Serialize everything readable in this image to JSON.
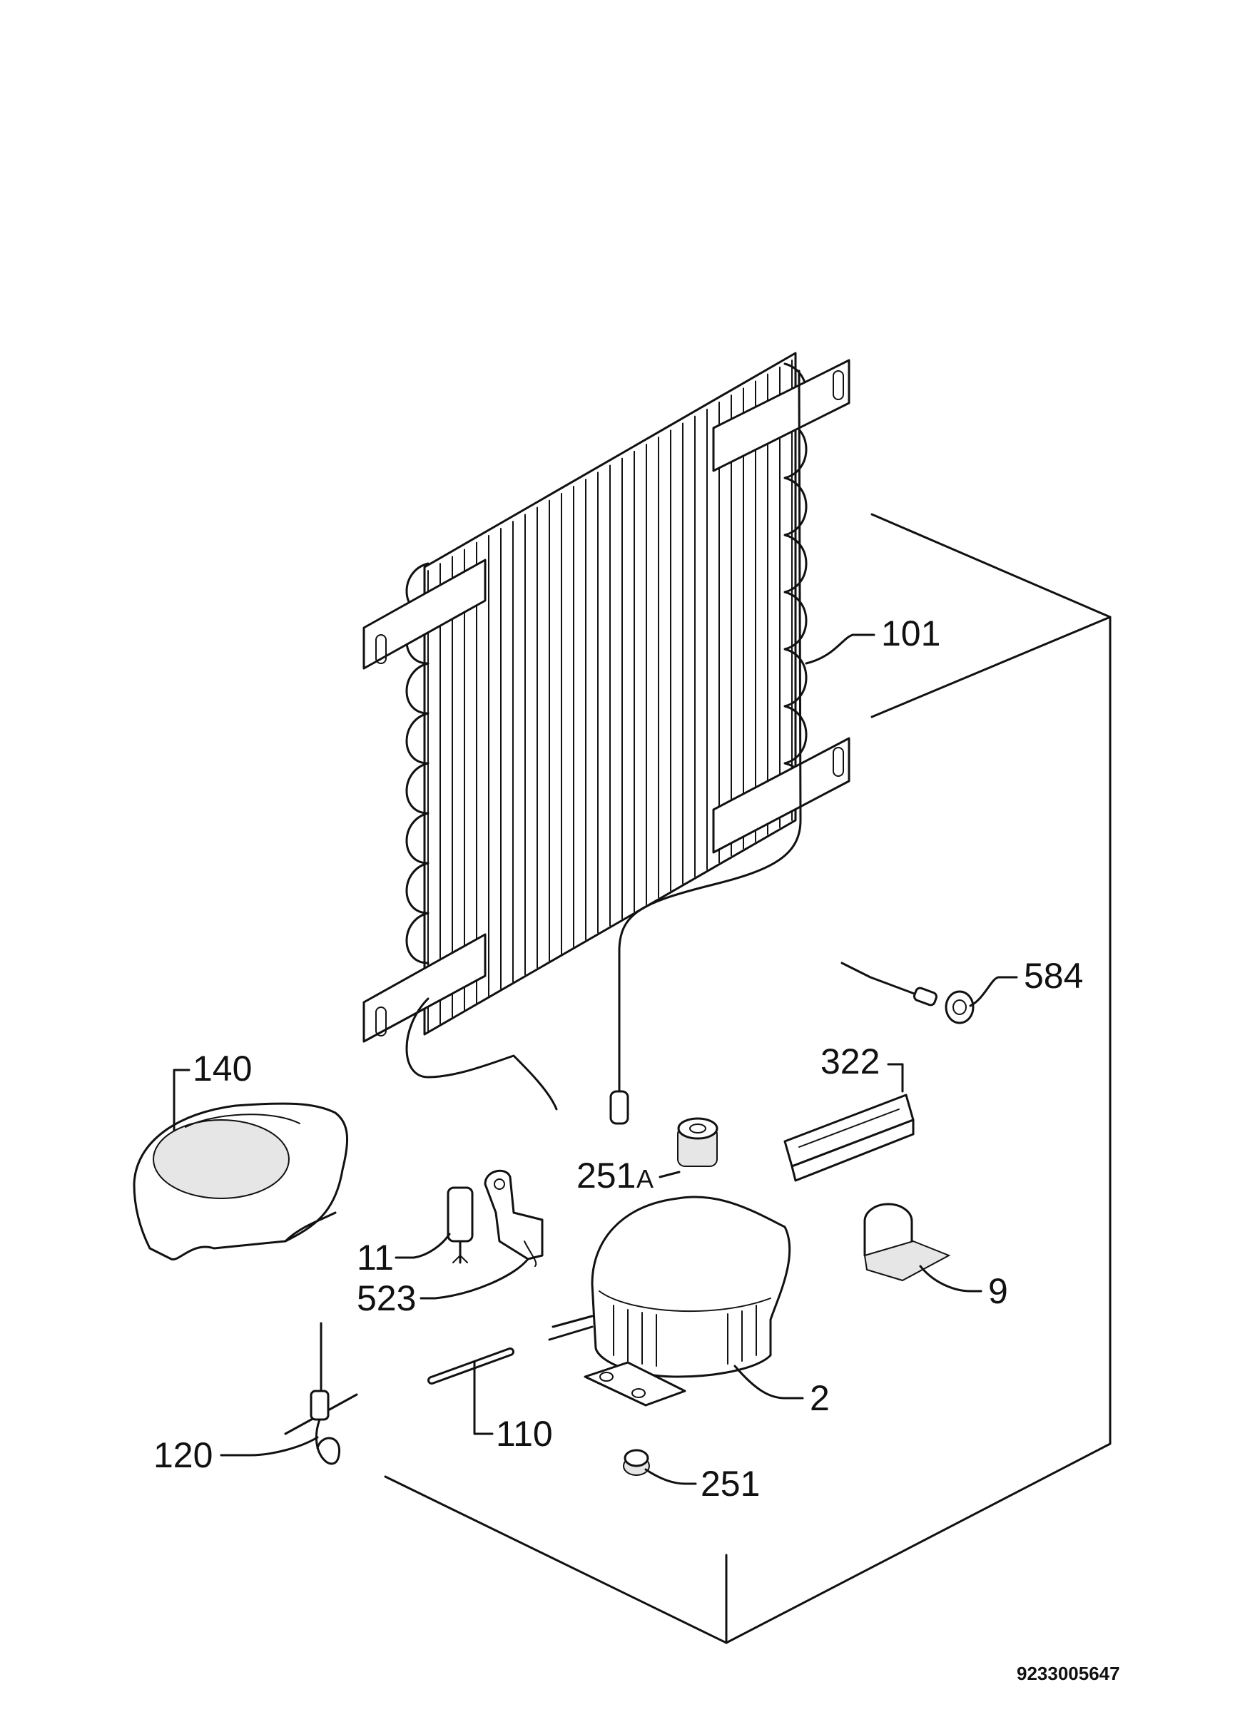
{
  "diagram": {
    "reference_number": "9233005647",
    "parts": [
      {
        "id": "condenser",
        "label": "101",
        "name_icon": "condenser-coil-icon"
      },
      {
        "id": "drip-tray",
        "label": "140"
      },
      {
        "id": "sensor",
        "label": "584"
      },
      {
        "id": "relay-cover",
        "label": "322"
      },
      {
        "id": "rubber-grommet-a",
        "label": "251",
        "label_suffix": "A"
      },
      {
        "id": "capacitor",
        "label": "11"
      },
      {
        "id": "clamp",
        "label": "523"
      },
      {
        "id": "relay",
        "label": "9"
      },
      {
        "id": "compressor",
        "label": "2"
      },
      {
        "id": "dryer-filter",
        "label": "120"
      },
      {
        "id": "capillary-tube",
        "label": "110"
      },
      {
        "id": "rubber-grommet",
        "label": "251"
      }
    ]
  }
}
